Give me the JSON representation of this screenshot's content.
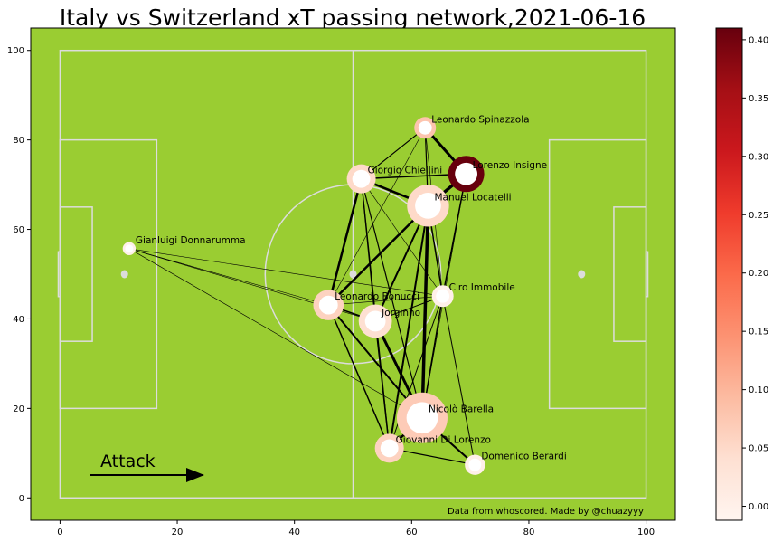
{
  "chart_data": {
    "type": "network",
    "title": "Italy vs Switzerland xT passing network,2021-06-16",
    "xlim": [
      -5,
      105
    ],
    "ylim": [
      -5,
      105
    ],
    "x_ticks": [
      0,
      20,
      40,
      60,
      80,
      100
    ],
    "y_ticks": [
      0,
      20,
      40,
      60,
      80,
      100
    ],
    "pitch_color": "#9acd32",
    "line_color": "#dcdcdc",
    "colorbar": {
      "colormap": "Reds",
      "range": [
        -0.012,
        0.41
      ],
      "ticks": [
        "0.00",
        "0.05",
        "0.10",
        "0.15",
        "0.20",
        "0.25",
        "0.30",
        "0.35",
        "0.40"
      ]
    },
    "nodes": [
      {
        "name": "Gianluigi Donnarumma",
        "x": 11.8,
        "y": 55.7,
        "size": 0.2,
        "xt": 0.0
      },
      {
        "name": "Leonardo Spinazzola",
        "x": 62.3,
        "y": 82.7,
        "size": 0.5,
        "xt": 0.08
      },
      {
        "name": "Lorenzo Insigne",
        "x": 69.3,
        "y": 72.4,
        "size": 1.0,
        "xt": 0.41
      },
      {
        "name": "Giorgio Chiellini",
        "x": 51.4,
        "y": 71.3,
        "size": 0.75,
        "xt": 0.05
      },
      {
        "name": "Manuel Locatelli",
        "x": 62.8,
        "y": 65.3,
        "size": 1.2,
        "xt": 0.05
      },
      {
        "name": "Leonardo Bonucci",
        "x": 45.8,
        "y": 43.1,
        "size": 0.8,
        "xt": 0.06
      },
      {
        "name": "Ciro Immobile",
        "x": 65.3,
        "y": 45.1,
        "size": 0.5,
        "xt": 0.0
      },
      {
        "name": "Jorginho",
        "x": 53.8,
        "y": 39.5,
        "size": 0.9,
        "xt": 0.04
      },
      {
        "name": "Nicolò Barella",
        "x": 61.8,
        "y": 17.9,
        "size": 1.5,
        "xt": 0.07
      },
      {
        "name": "Giovanni Di Lorenzo",
        "x": 56.2,
        "y": 11.1,
        "size": 0.75,
        "xt": 0.06
      },
      {
        "name": "Domenico Berardi",
        "x": 70.8,
        "y": 7.4,
        "size": 0.45,
        "xt": 0.0
      }
    ],
    "edges": [
      [
        0,
        6,
        0.6
      ],
      [
        0,
        7,
        0.6
      ],
      [
        0,
        8,
        0.6
      ],
      [
        0,
        5,
        0.6
      ],
      [
        1,
        2,
        3.0
      ],
      [
        1,
        3,
        1.2
      ],
      [
        1,
        4,
        1.2
      ],
      [
        1,
        6,
        0.6
      ],
      [
        1,
        5,
        0.6
      ],
      [
        2,
        4,
        3.5
      ],
      [
        2,
        3,
        1.5
      ],
      [
        2,
        6,
        1.5
      ],
      [
        2,
        8,
        0.6
      ],
      [
        3,
        4,
        2.5
      ],
      [
        3,
        5,
        2.5
      ],
      [
        3,
        7,
        1.2
      ],
      [
        3,
        8,
        1.2
      ],
      [
        3,
        9,
        1.2
      ],
      [
        3,
        6,
        0.6
      ],
      [
        4,
        5,
        2.5
      ],
      [
        4,
        7,
        2.0
      ],
      [
        4,
        8,
        3.5
      ],
      [
        4,
        9,
        2.0
      ],
      [
        4,
        6,
        1.5
      ],
      [
        5,
        7,
        1.5
      ],
      [
        5,
        8,
        2.0
      ],
      [
        5,
        9,
        1.5
      ],
      [
        5,
        6,
        0.6
      ],
      [
        6,
        8,
        1.5
      ],
      [
        6,
        7,
        1.0
      ],
      [
        6,
        9,
        1.0
      ],
      [
        6,
        10,
        1.0
      ],
      [
        7,
        8,
        3.0
      ],
      [
        7,
        9,
        1.5
      ],
      [
        8,
        9,
        2.5
      ],
      [
        8,
        10,
        2.0
      ],
      [
        9,
        10,
        1.2
      ]
    ],
    "annotations": {
      "attack": "Attack",
      "credit": "Data from whoscored. Made by @chuazyyy"
    }
  }
}
